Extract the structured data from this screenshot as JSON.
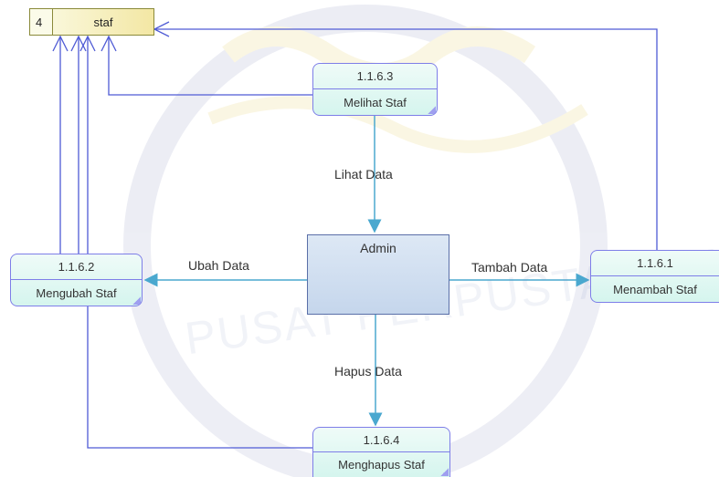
{
  "data_store": {
    "id": "4",
    "name": "staf"
  },
  "entity": {
    "name": "Admin"
  },
  "processes": {
    "lihat": {
      "id": "1.1.6.3",
      "name": "Melihat Staf"
    },
    "ubah": {
      "id": "1.1.6.2",
      "name": "Mengubah Staf"
    },
    "tambah": {
      "id": "1.1.6.1",
      "name": "Menambah Staf"
    },
    "hapus": {
      "id": "1.1.6.4",
      "name": "Menghapus Staf"
    }
  },
  "flows": {
    "lihat": "Lihat Data",
    "ubah": "Ubah Data",
    "tambah": "Tambah Data",
    "hapus": "Hapus Data"
  },
  "colors": {
    "flow_line": "#4f5bd5",
    "entity_flow": "#4aa8cf",
    "process_border": "#7e7ee8",
    "store_fill": "#f3e7a4"
  }
}
